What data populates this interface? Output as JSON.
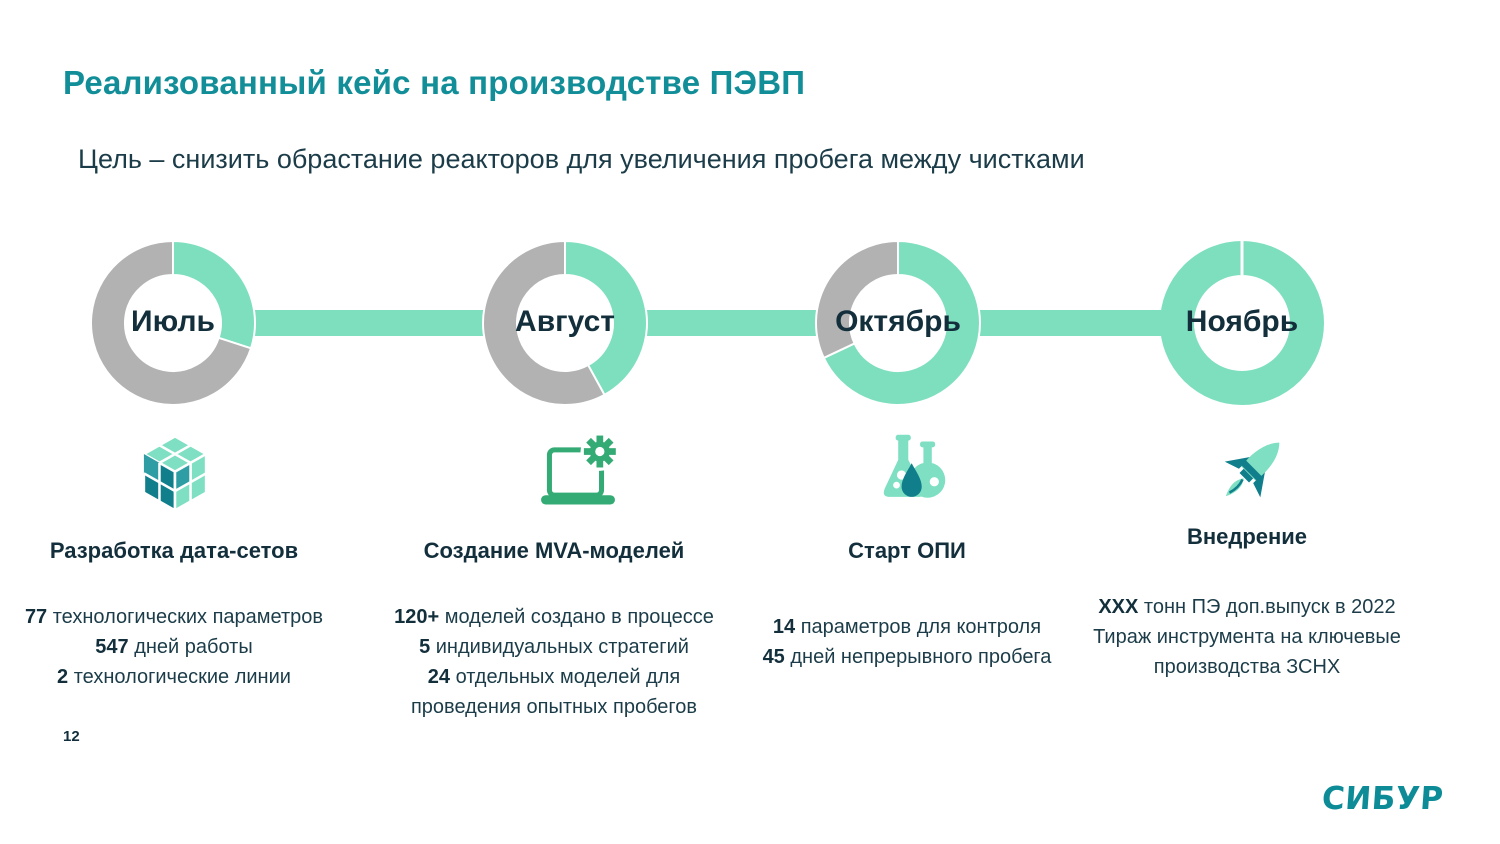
{
  "slide": {
    "title": "Реализованный кейс на производстве ПЭВП",
    "subtitle": "Цель – снизить обрастание реакторов для увеличения пробега между чистками",
    "page_number": "12",
    "logo_text": "СИБУР"
  },
  "colors": {
    "title_teal": "#128E99",
    "mint_green": "#7DDFBE",
    "segment_gray": "#B2B2B2",
    "dark_text": "#132F3C",
    "icon_green": "#34AB74",
    "icon_dark_teal": "#117E8C",
    "icon_mint": "#7EDFC2",
    "logo_teal": "#0D8C97"
  },
  "chart_data": {
    "type": "pie",
    "subtype": "donut-timeline-progress",
    "legend_position": "none",
    "segment_colors": {
      "done": "#7DDFBE",
      "remaining": "#B2B2B2"
    },
    "months": [
      {
        "label": "Июль",
        "done_pct": 30,
        "remaining_pct": 70
      },
      {
        "label": "Август",
        "done_pct": 42,
        "remaining_pct": 58
      },
      {
        "label": "Октябрь",
        "done_pct": 68,
        "remaining_pct": 32
      },
      {
        "label": "Ноябрь",
        "done_pct": 100,
        "remaining_pct": 0
      }
    ]
  },
  "columns": [
    {
      "icon": "data-cube-icon",
      "heading": "Разработка дата-сетов",
      "lines": [
        {
          "strong": "77",
          "text": " технологических параметров"
        },
        {
          "strong": "547",
          "text": " дней работы"
        },
        {
          "strong": "2",
          "text": " технологические линии"
        }
      ]
    },
    {
      "icon": "laptop-gear-icon",
      "heading": "Создание MVA-моделей",
      "lines": [
        {
          "strong": "120+",
          "text": " моделей создано в процессе"
        },
        {
          "strong": "5",
          "text": " индивидуальных стратегий"
        },
        {
          "strong": "24",
          "text": " отдельных моделей для\nпроведения опытных пробегов"
        }
      ]
    },
    {
      "icon": "lab-flasks-icon",
      "heading": "Старт ОПИ",
      "lines": [
        {
          "strong": "14",
          "text": " параметров для контроля"
        },
        {
          "strong": "45",
          "text": " дней непрерывного пробега"
        }
      ]
    },
    {
      "icon": "rocket-icon",
      "heading": "Внедрение",
      "lines": [
        {
          "strong": "XXX",
          "text": " тонн ПЭ доп.выпуск в 2022"
        },
        {
          "strong": "",
          "text": "Тираж инструмента на ключевые\nпроизводства ЗСНХ"
        }
      ]
    }
  ]
}
